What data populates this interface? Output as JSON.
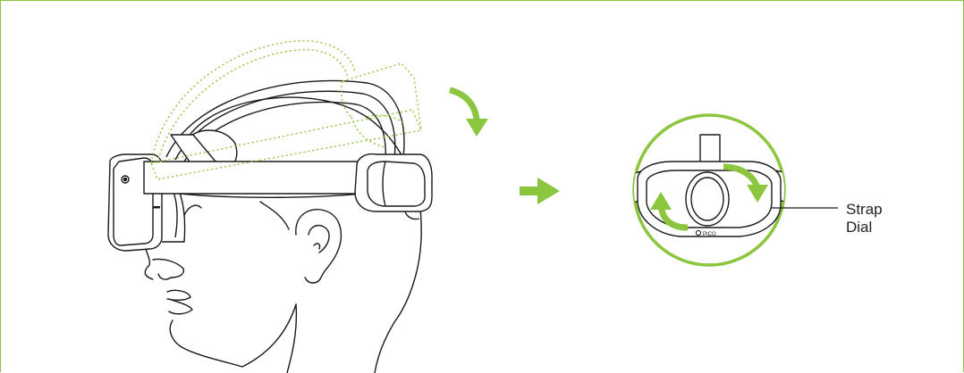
{
  "colors": {
    "accent": "#8cc63f",
    "line": "#1a1a1a",
    "fill": "#ffffff"
  },
  "callout": {
    "line1": "Strap",
    "line2": "Dial"
  },
  "dial_logo": {
    "text": "PICO"
  }
}
